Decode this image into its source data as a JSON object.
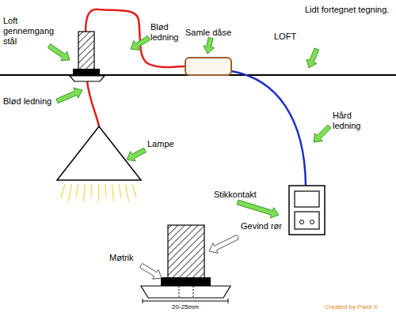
{
  "diagram": {
    "nodes": [
      {
        "text": [
          "Samle dåse"
        ]
      }
    ],
    "labels": [
      "Lidt fortegnet tegning.",
      "Loft gennemgang stål",
      "Blød ledning",
      "Blød ledning",
      "LOFT",
      "Hård ledning",
      "Lampe",
      "Stikkontakt",
      "Gevind rør",
      "Møtrik",
      "20-25mm",
      "Created by Paint X"
    ]
  }
}
